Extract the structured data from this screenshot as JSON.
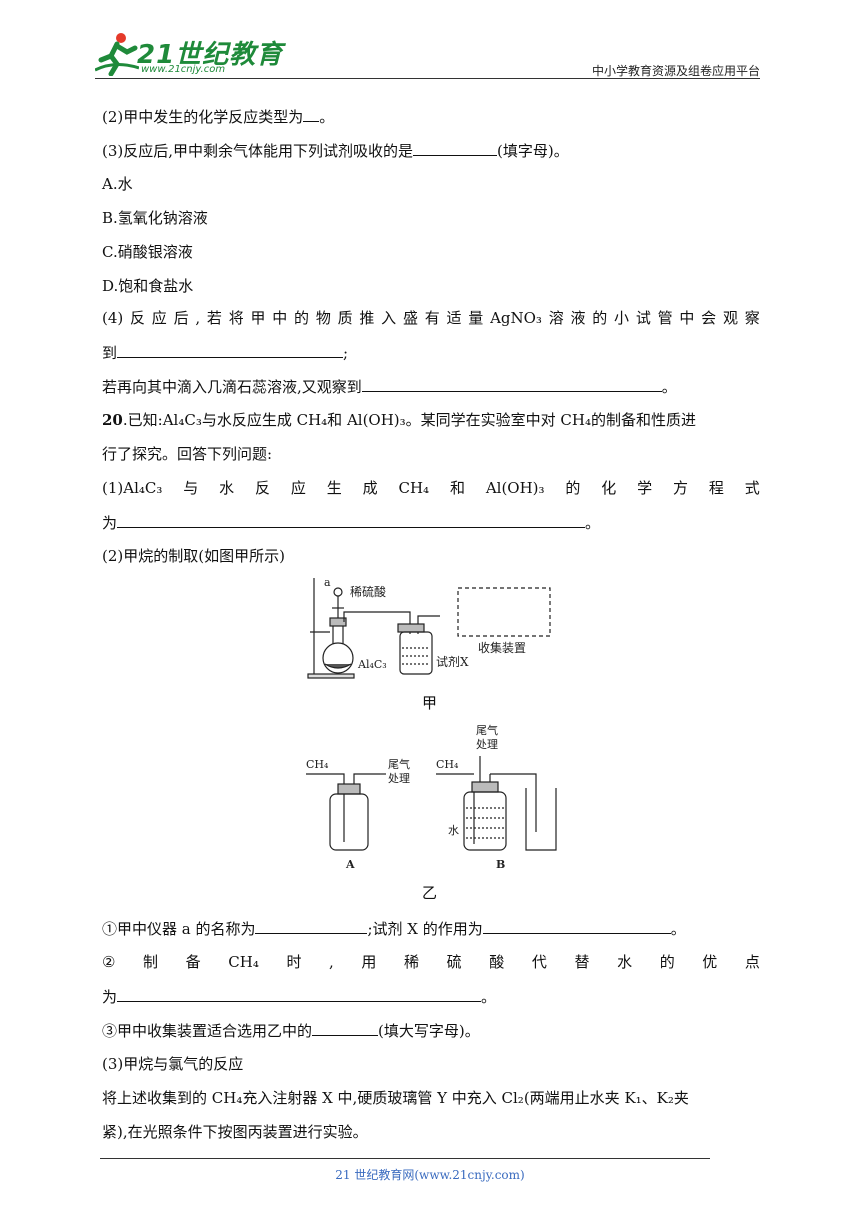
{
  "header": {
    "logo_text": "21世纪教育",
    "logo_sub": "www.21cnjy.com",
    "right_text": "中小学教育资源及组卷应用平台"
  },
  "q2": "(2)甲中发生的化学反应类型为",
  "q2_end": "。",
  "q3": "(3)反应后,甲中剩余气体能用下列试剂吸收的是",
  "q3_end": "(填字母)。",
  "optA": "A.水",
  "optB": "B.氢氧化钠溶液",
  "optC": "C.硝酸银溶液",
  "optD": "D.饱和食盐水",
  "q4_words": [
    "(4)",
    "反",
    "应",
    "后",
    ",",
    "若",
    "将",
    "甲",
    "中",
    "的",
    "物",
    "质",
    "推",
    "入",
    "盛",
    "有",
    "适",
    "量",
    "AgNO₃",
    "溶",
    "液",
    "的",
    "小",
    "试",
    "管",
    "中",
    "会",
    "观",
    "察"
  ],
  "q4_dao": "到",
  "q4_semicolon": ";",
  "q4b": "若再向其中滴入几滴石蕊溶液,又观察到",
  "q4b_end": "。",
  "q20_num": "20",
  "q20_text": ".已知:Al₄C₃与水反应生成 CH₄和 Al(OH)₃。某同学在实验室中对 CH₄的制备和性质进",
  "q20_text2": "行了探究。回答下列问题:",
  "p1_words": [
    "(1)Al₄C₃",
    "与",
    "水",
    "反",
    "应",
    "生",
    "成",
    "CH₄",
    "和",
    "Al(OH)₃",
    "的",
    "化",
    "学",
    "方",
    "程",
    "式"
  ],
  "p1_wei": "为",
  "p1_end": "。",
  "p2": "(2)甲烷的制取(如图甲所示)",
  "fig_jia": {
    "label_a": "a",
    "label_acid": "稀硫酸",
    "label_al4c3": "Al₄C₃",
    "label_reagent": "试剂X",
    "label_collect": "收集装置",
    "caption": "甲"
  },
  "fig_yi": {
    "ch4_a": "CH₄",
    "tail_a1": "尾气",
    "tail_a2": "处理",
    "label_A": "A",
    "ch4_b": "CH₄",
    "tail_b1": "尾气",
    "tail_b2": "处理",
    "label_water": "水",
    "label_B": "B",
    "caption": "乙"
  },
  "s1a": "①甲中仪器 a 的名称为",
  "s1b": ";试剂 X 的作用为",
  "s1_end": "。",
  "s2_words": [
    "②",
    "制",
    "备",
    "CH₄",
    "时",
    ",",
    "用",
    "稀",
    "硫",
    "酸",
    "代",
    "替",
    "水",
    "的",
    "优",
    "点"
  ],
  "s2_wei": "为",
  "s2_end": "。",
  "s3": "③甲中收集装置适合选用乙中的",
  "s3_end": "(填大写字母)。",
  "p3": "(3)甲烷与氯气的反应",
  "p3_text1": "将上述收集到的 CH₄充入注射器 X 中,硬质玻璃管 Y 中充入 Cl₂(两端用止水夹 K₁、K₂夹",
  "p3_text2": "紧),在光照条件下按图丙装置进行实验。",
  "footer": "21 世纪教育网(www.21cnjy.com)"
}
